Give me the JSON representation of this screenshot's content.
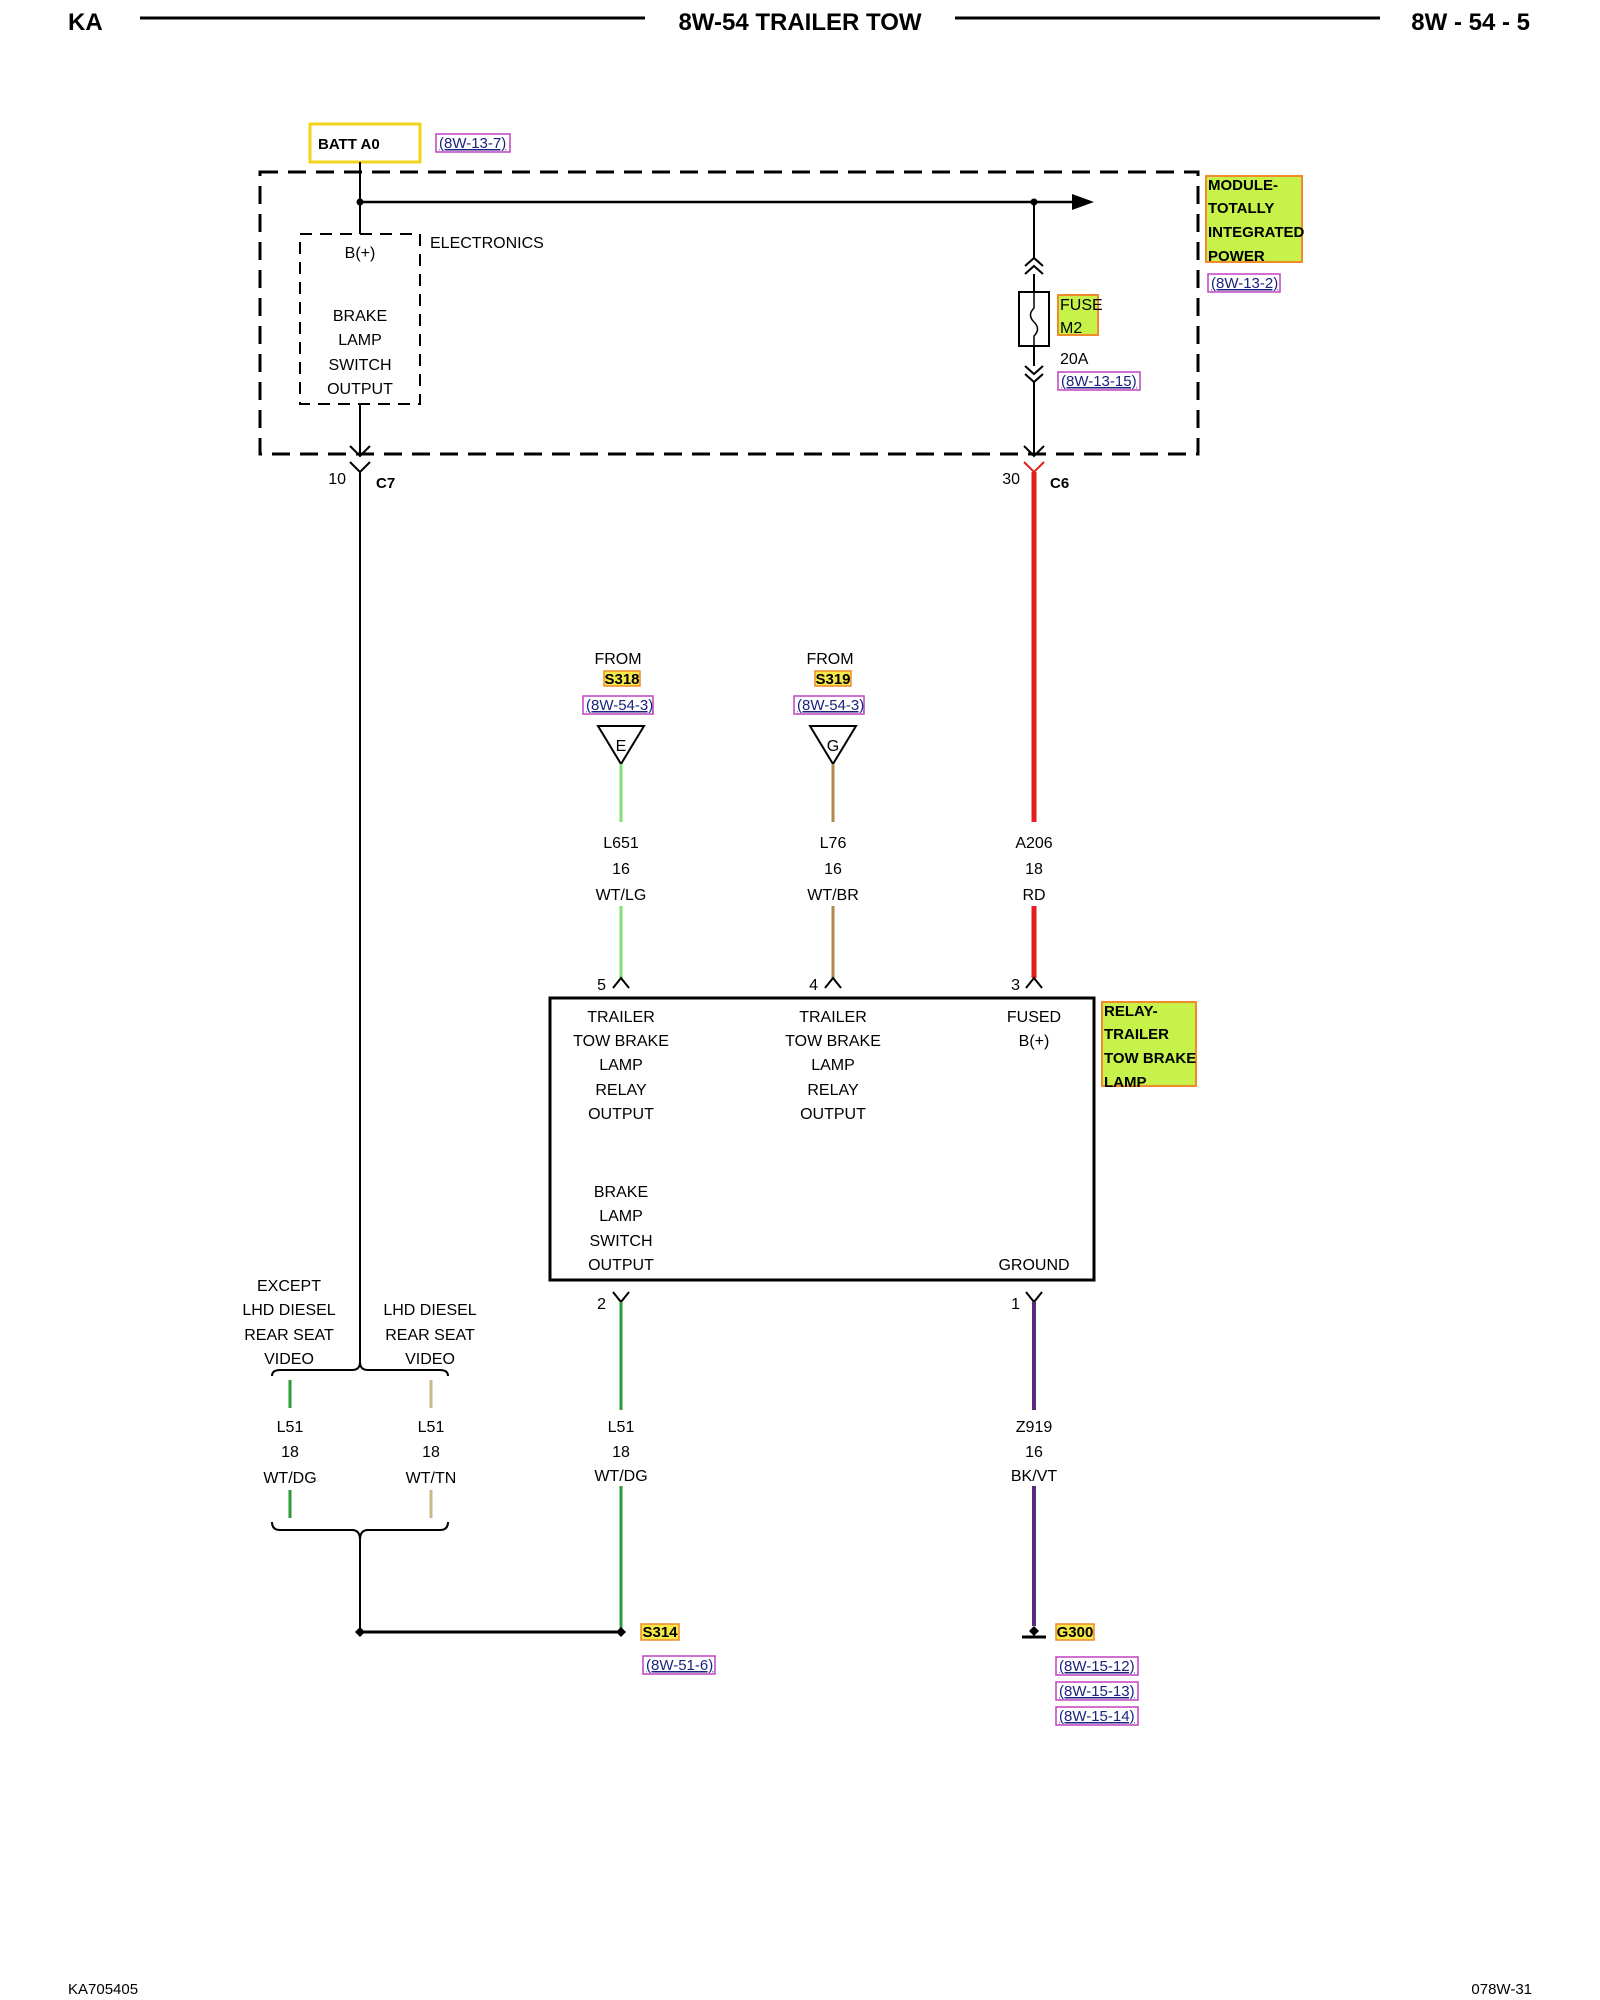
{
  "header": {
    "left": "KA",
    "center": "8W-54 TRAILER TOW",
    "right": "8W - 54 - 5"
  },
  "footer": {
    "left": "KA705405",
    "right": "078W-31"
  },
  "source": {
    "label": "BATT A0",
    "ref": "(8W-13-7)"
  },
  "module": {
    "name_lines": [
      "MODULE-",
      "TOTALLY",
      "INTEGRATED",
      "POWER"
    ],
    "ref": "(8W-13-2)",
    "electronics_label": "ELECTRONICS",
    "internal_lines": [
      "B(+)",
      "BRAKE",
      "LAMP",
      "SWITCH",
      "OUTPUT"
    ]
  },
  "fuse": {
    "name_lines": [
      "FUSE",
      "M2"
    ],
    "rating": "20A",
    "ref": "(8W-13-15)"
  },
  "connectors": {
    "c7": {
      "pin": "10",
      "name": "C7"
    },
    "c6": {
      "pin": "30",
      "name": "C6"
    }
  },
  "feeds": [
    {
      "from": "FROM",
      "splice": "S318",
      "ref": "(8W-54-3)",
      "letter": "E"
    },
    {
      "from": "FROM",
      "splice": "S319",
      "ref": "(8W-54-3)",
      "letter": "G"
    }
  ],
  "wires": {
    "l651": {
      "circuit": "L651",
      "gauge": "16",
      "color": "WT/LG"
    },
    "l76": {
      "circuit": "L76",
      "gauge": "16",
      "color": "WT/BR"
    },
    "a206": {
      "circuit": "A206",
      "gauge": "18",
      "color": "RD"
    },
    "l51_main": {
      "circuit": "L51",
      "gauge": "18",
      "color": "WT/DG"
    },
    "z919": {
      "circuit": "Z919",
      "gauge": "16",
      "color": "BK/VT"
    },
    "l51_except": {
      "circuit": "L51",
      "gauge": "18",
      "color": "WT/DG"
    },
    "l51_lhd": {
      "circuit": "L51",
      "gauge": "18",
      "color": "WT/TN"
    }
  },
  "relay": {
    "name_lines": [
      "RELAY-",
      "TRAILER",
      "TOW BRAKE",
      "LAMP"
    ],
    "pin5": "5",
    "pin4": "4",
    "pin3": "3",
    "pin2": "2",
    "pin1": "1",
    "pin5_lines": [
      "TRAILER",
      "TOW BRAKE",
      "LAMP",
      "RELAY",
      "OUTPUT"
    ],
    "pin4_lines": [
      "TRAILER",
      "TOW BRAKE",
      "LAMP",
      "RELAY",
      "OUTPUT"
    ],
    "pin3_lines": [
      "FUSED",
      "B(+)"
    ],
    "pin2_lines": [
      "BRAKE",
      "LAMP",
      "SWITCH",
      "OUTPUT"
    ],
    "pin1_label": "GROUND"
  },
  "options": {
    "except_lines": [
      "EXCEPT",
      "LHD DIESEL",
      "REAR SEAT",
      "VIDEO"
    ],
    "lhd_lines": [
      "LHD DIESEL",
      "REAR SEAT",
      "VIDEO"
    ]
  },
  "splice_s314": {
    "name": "S314",
    "ref": "(8W-51-6)"
  },
  "ground_g300": {
    "name": "G300",
    "refs": [
      "(8W-15-12)",
      "(8W-15-13)",
      "(8W-15-14)"
    ]
  },
  "colors": {
    "red_wire": "#e0201c",
    "lg_wire": "#7fe07a",
    "br_wire": "#b08a4a",
    "dg_wire": "#2e9a3a",
    "tn_wire": "#c9b98a",
    "vt_wire": "#5b2a7a",
    "highlight_green": "#c6f24a",
    "highlight_yellow": "#f4e84a",
    "highlight_border_orange": "#f08a2a",
    "ref_box_border": "#c040c0"
  }
}
